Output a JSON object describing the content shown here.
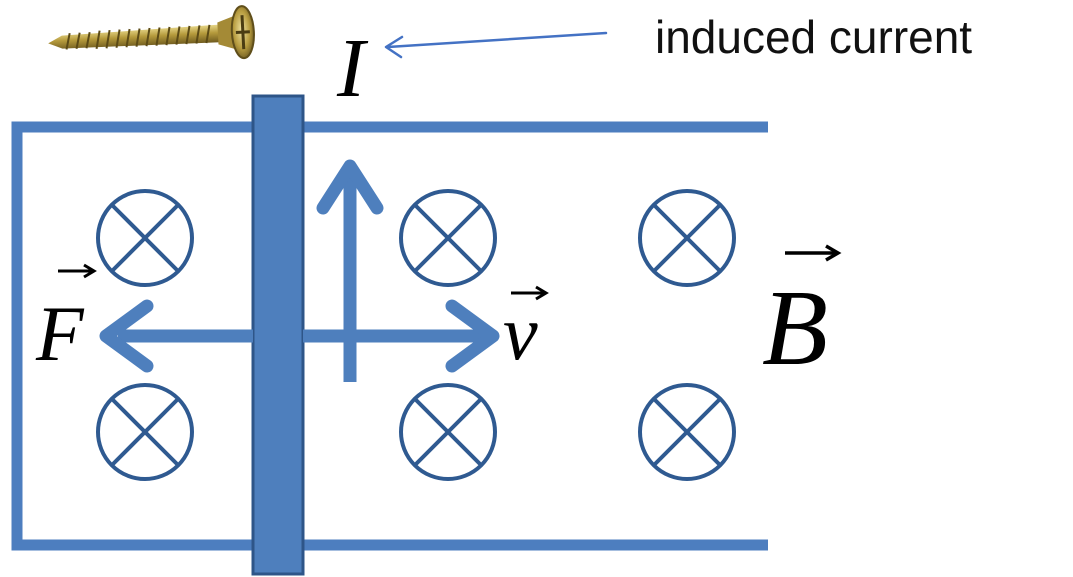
{
  "diagram": {
    "caption": "induced current",
    "labels": {
      "current": "I",
      "force": "F",
      "velocity": "v",
      "field": "B"
    },
    "colors": {
      "rail": "#4d7ebf",
      "rod_fill": "#4e7fbd",
      "rod_stroke": "#2e5588",
      "arrows": "#4e7fbd",
      "field_markers": "#2f5a91",
      "pointer": "#4472c4",
      "text": "#000000"
    },
    "icons": {
      "screw": "screw-icon",
      "field_marker": "field-into-page-icon"
    }
  }
}
